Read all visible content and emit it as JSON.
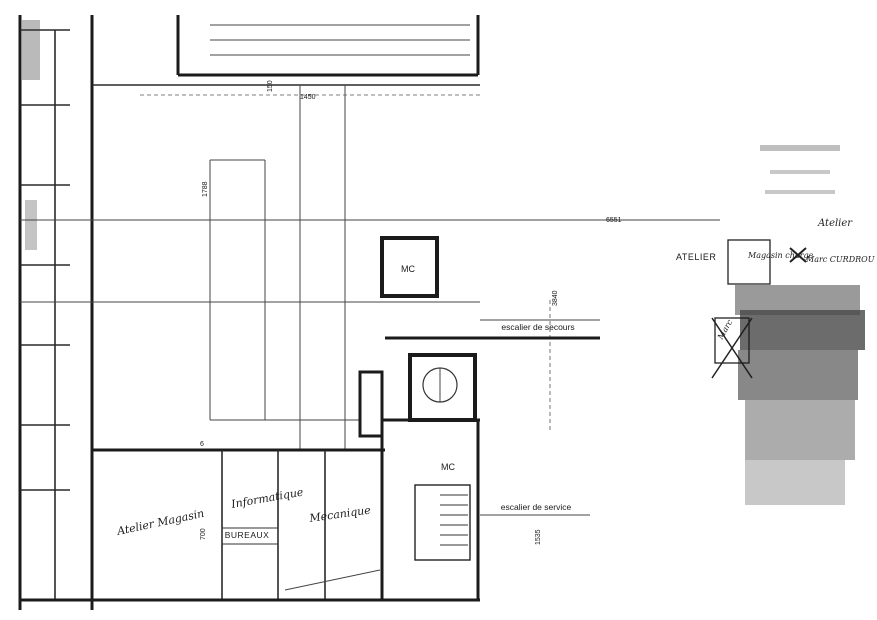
{
  "rooms": {
    "atelier": "ATELIER",
    "bureaux": "BUREAUX",
    "wc_upper": "MC",
    "wc_lower": "MC"
  },
  "stairs": {
    "secours": "escalier de secours",
    "service": "escalier de service"
  },
  "dimensions": {
    "d150": "150",
    "d1450": "1450",
    "d1788": "1788",
    "d6551": "6551",
    "d3840": "3840",
    "d700": "700",
    "d1535": "1535",
    "d6": "6"
  },
  "handwritten": {
    "atelier_box": "Magasin charge",
    "atelier_right": "Atelier",
    "marc_curdrou": "Marc CURDROU",
    "struck_box": "Marc",
    "office_1": "Atelier Magasin",
    "office_2": "Informatique",
    "office_3": "Mecanique"
  },
  "colors": {
    "ink": "#1a1a1a",
    "paper": "#ffffff"
  }
}
